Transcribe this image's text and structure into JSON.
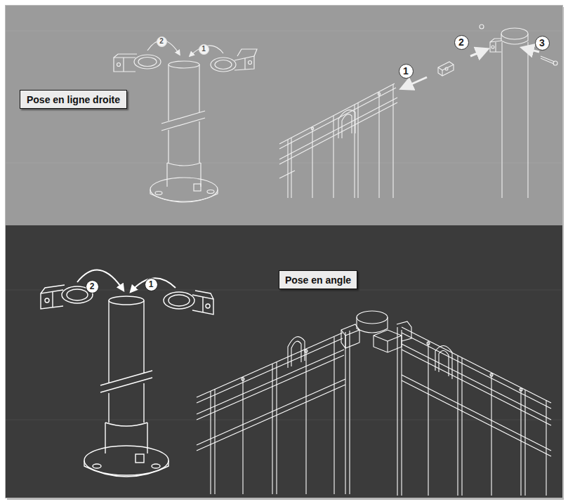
{
  "diagram": {
    "nodes": [
      {
        "text": [
          "Pose en ligne droite"
        ]
      },
      {
        "text": [
          "Pose en angle"
        ]
      }
    ],
    "labels": [
      "2",
      "1",
      "2",
      "3",
      "1",
      "2",
      "1"
    ]
  }
}
